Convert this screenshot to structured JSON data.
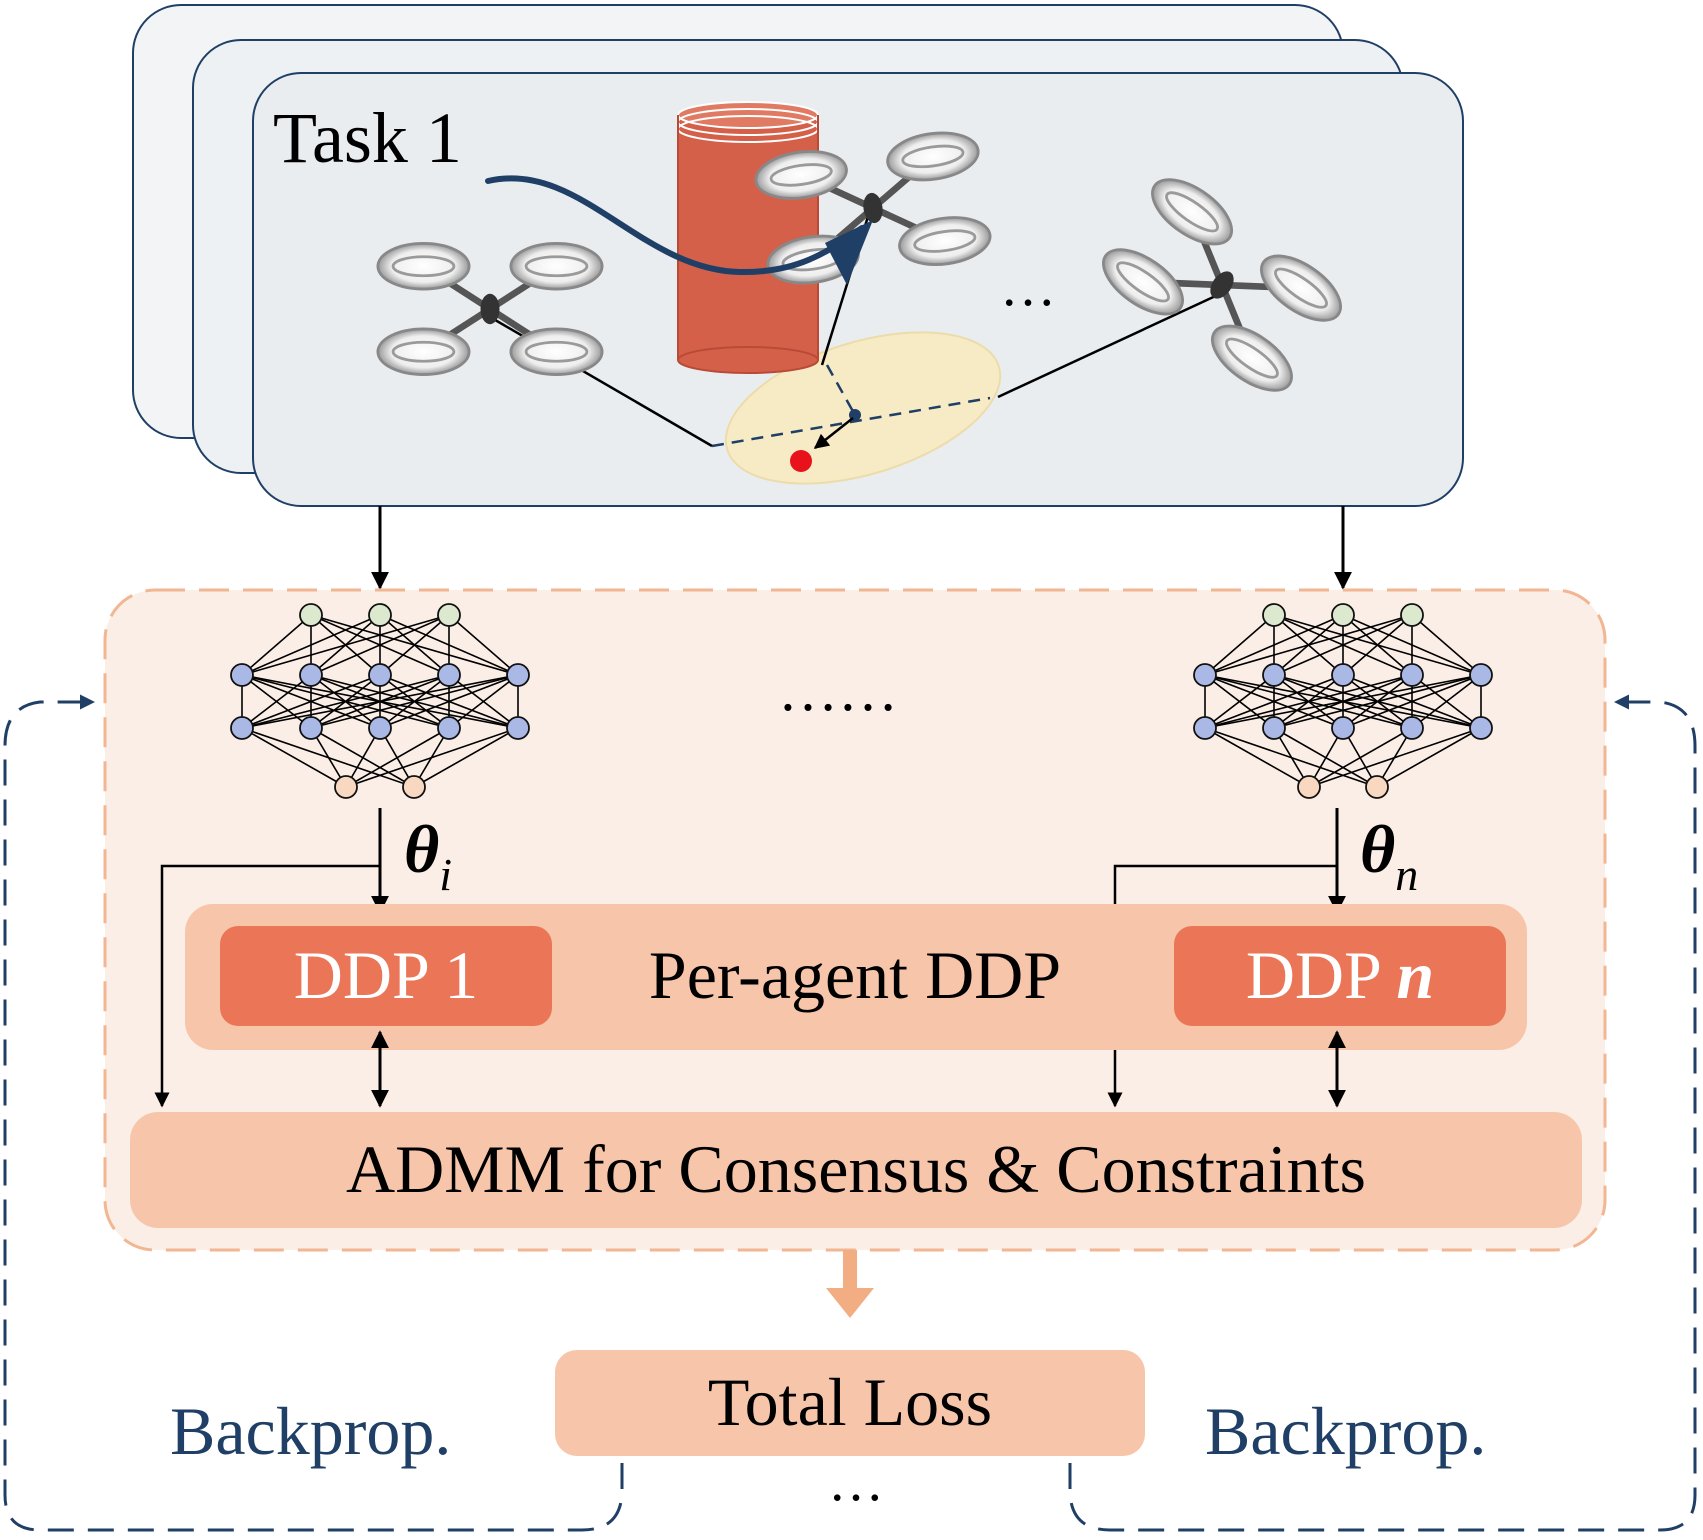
{
  "task": {
    "label": "Task 1",
    "more": "…"
  },
  "network": {
    "more": "……"
  },
  "params": {
    "left_symbol": "θ",
    "left_sub": "i",
    "right_symbol": "θ",
    "right_sub": "n"
  },
  "ddp": {
    "left_label": "DDP 1",
    "middle_label": "Per-agent DDP",
    "right_prefix": "DDP ",
    "right_var": "n"
  },
  "admm": {
    "label": "ADMM for Consensus & Constraints"
  },
  "loss": {
    "label": "Total Loss",
    "more": "…"
  },
  "backprop": {
    "left": "Backprop.",
    "right": "Backprop."
  },
  "colors": {
    "navy": "#1f3f66",
    "obstacle": "#d4604a",
    "ddp_box": "#ea7657",
    "ddp_band": "#f7c6aa",
    "module_bg": "#fbeee6",
    "module_border": "#f2b692",
    "input_node": "#dce9cf",
    "hidden_node": "#aab8e6",
    "output_node": "#f9d8c2",
    "target_region": "#f7ebc6",
    "target_point": "#e8121b"
  }
}
